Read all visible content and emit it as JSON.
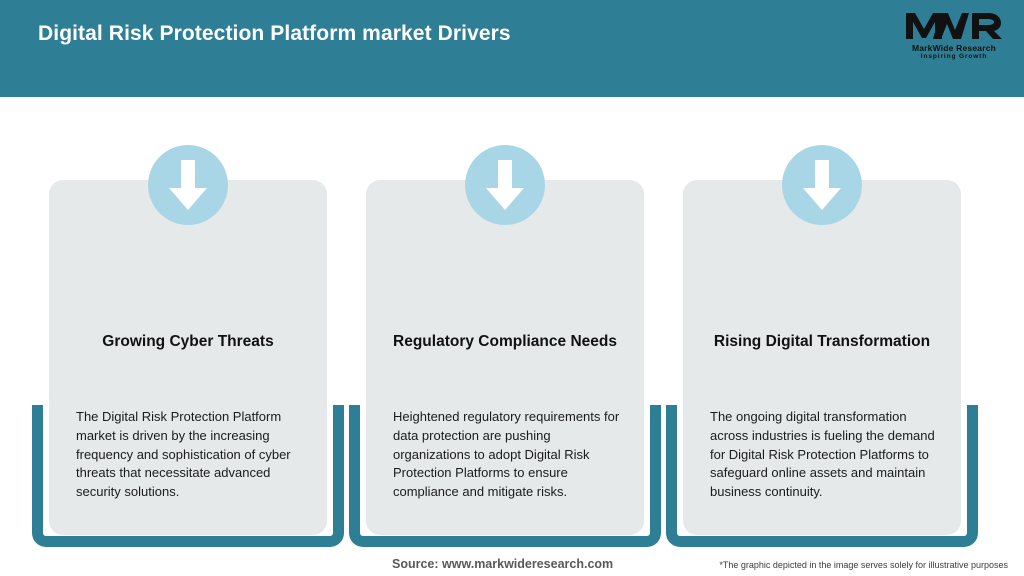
{
  "header": {
    "title": "Digital Risk Protection Platform market Drivers",
    "background_color": "#2e7f96",
    "title_color": "#ffffff"
  },
  "logo": {
    "mark": "MWR",
    "name": "MarkWide Research",
    "tagline": "Inspiring Growth"
  },
  "theme": {
    "accent_color": "#2e7f96",
    "card_background": "#e6e9ea",
    "icon_circle_color": "#a9d6e6",
    "arrow_color": "#ffffff"
  },
  "cards": [
    {
      "icon": "arrow-down-icon",
      "title": "Growing Cyber Threats",
      "body": "The Digital Risk Protection Platform market is driven by the increasing frequency and sophistication of cyber threats that necessitate advanced security solutions."
    },
    {
      "icon": "arrow-down-icon",
      "title": "Regulatory Compliance Needs",
      "body": "Heightened regulatory requirements for data protection are pushing organizations to adopt Digital Risk Protection Platforms to ensure compliance and mitigate risks."
    },
    {
      "icon": "arrow-down-icon",
      "title": "Rising Digital Transformation",
      "body": "The ongoing digital transformation across industries is fueling the demand for Digital Risk Protection Platforms to safeguard online assets and maintain business continuity."
    }
  ],
  "footer": {
    "source": "Source: www.markwideresearch.com",
    "disclaimer": "*The graphic depicted in the image serves solely for illustrative purposes"
  }
}
